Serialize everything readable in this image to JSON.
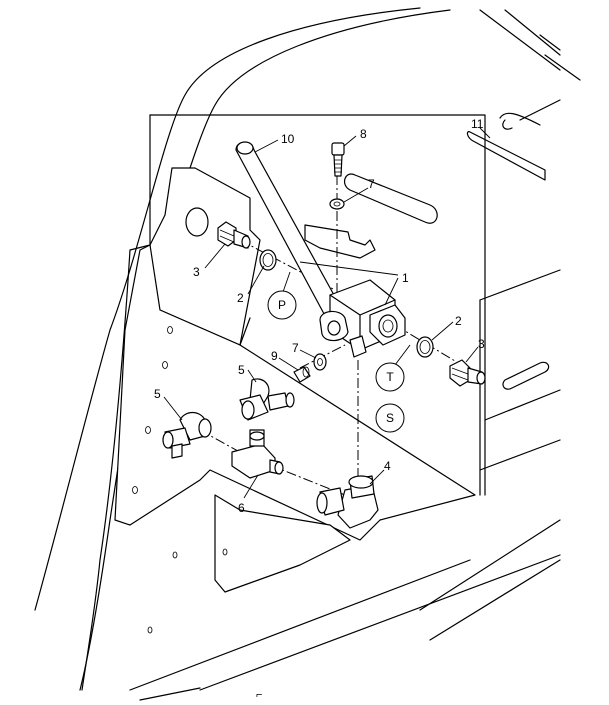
{
  "callouts": {
    "c1": "1",
    "c2a": "2",
    "c2b": "2",
    "c3a": "3",
    "c3b": "3",
    "c4": "4",
    "c5a": "5",
    "c5b": "5",
    "c6": "6",
    "c7a": "7",
    "c7b": "7",
    "c8": "8",
    "c9": "9",
    "c10": "10",
    "c11": "11"
  },
  "ports": {
    "pressure": "P",
    "tank": "T",
    "supply": "S"
  },
  "page_marker": "⌐"
}
